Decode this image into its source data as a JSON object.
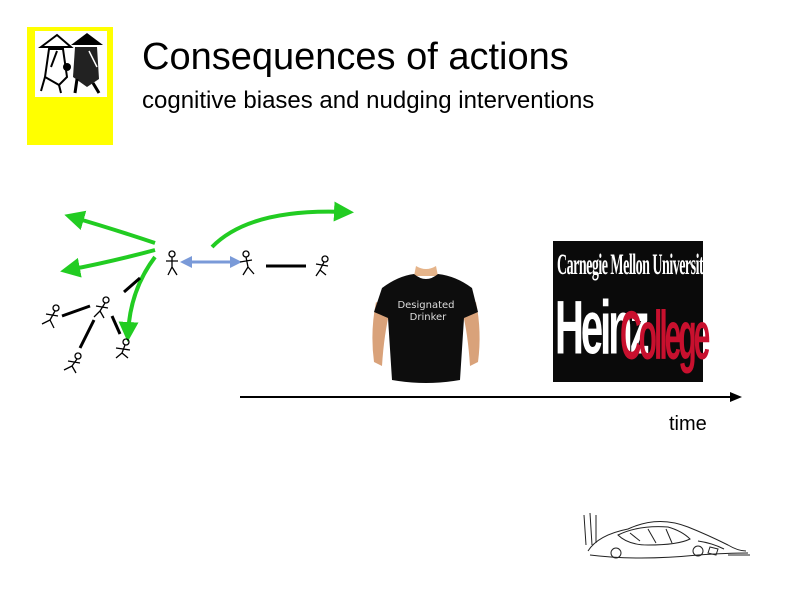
{
  "slide": {
    "title": "Consequences of actions",
    "subtitle": "cognitive biases and nudging interventions",
    "time_label": "time"
  },
  "images": {
    "logo": "spy-vs-spy-logo",
    "shirt": "designated-drinker-tshirt",
    "shirt_text_line1": "Designated",
    "shirt_text_line2": "Drinker",
    "institution_logo_line1": "Carnegie Mellon University",
    "institution_logo_word1": "Heinz",
    "institution_logo_word2": "College",
    "sketch": "crashed-car-sketch"
  },
  "colors": {
    "arrow_green": "#22cc22",
    "logo_yellow": "#ffff00",
    "heinz_red": "#c8102e",
    "double_arrow_blue": "#7a9ad8"
  }
}
